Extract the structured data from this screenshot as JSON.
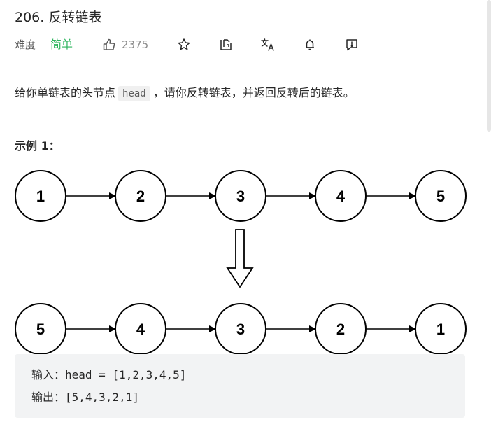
{
  "problem": {
    "title": "206. 反转链表",
    "difficulty_label": "难度",
    "difficulty_value": "简单",
    "likes": "2375"
  },
  "toolbar": {
    "icons": [
      "thumbs-up-icon",
      "star-icon",
      "share-icon",
      "translate-icon",
      "bell-icon",
      "feedback-icon"
    ]
  },
  "description": {
    "before": "给你单链表的头节点",
    "code": "head",
    "after": "，请你反转链表，并返回反转后的链表。"
  },
  "example": {
    "title": "示例 1：",
    "list_before": [
      "1",
      "2",
      "3",
      "4",
      "5"
    ],
    "list_after": [
      "5",
      "4",
      "3",
      "2",
      "1"
    ],
    "input_line": "输入：head = [1,2,3,4,5]",
    "output_line": "输出：[5,4,3,2,1]"
  },
  "colors": {
    "easy": "#2db55d",
    "text": "#262626",
    "muted": "#8c8c8c",
    "code_bg": "#f2f3f4"
  }
}
